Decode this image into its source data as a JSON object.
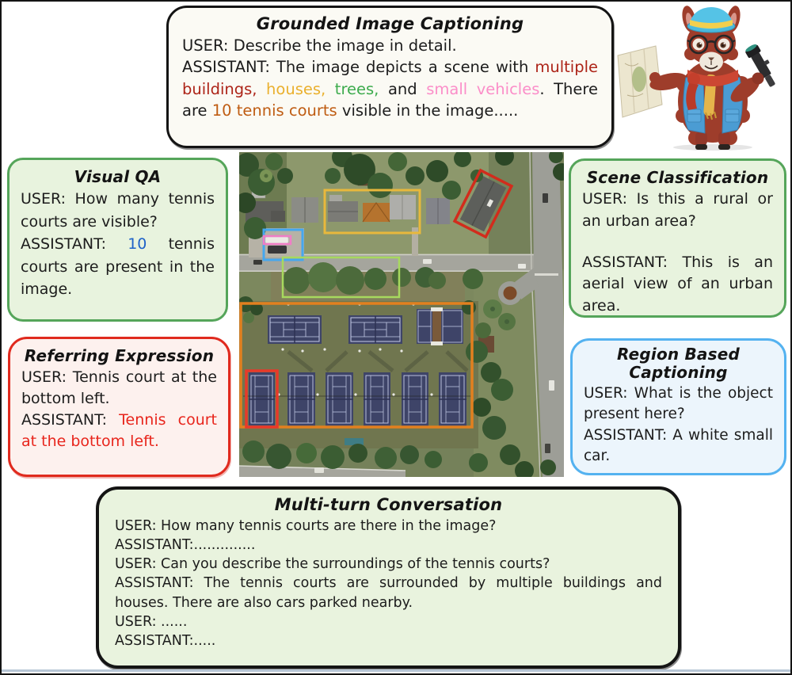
{
  "theme": {
    "box_black_border": "#141414",
    "grounded_bg": "#fbfaf4",
    "multiturn_bg": "#e9f3de",
    "box_green_border": "#55a55a",
    "box_green_bg": "#e8f3de",
    "box_red_border": "#e02a1e",
    "box_red_bg": "#fdf1ee",
    "box_blue_border": "#54b2f0",
    "box_blue_bg": "#ecf5fc",
    "figure_bottom_rule": "#b7c6d6"
  },
  "tasks": {
    "grounded": {
      "title": "Grounded Image Captioning",
      "paragraphs": [
        {
          "segments": [
            {
              "t": "USER: Describe the image in detail."
            }
          ]
        },
        {
          "segments": [
            {
              "t": "ASSISTANT: The image depicts a scene with "
            },
            {
              "t": "multiple buildings,",
              "c": "#ad2418"
            },
            {
              "t": " "
            },
            {
              "t": "houses,",
              "c": "#eab02e"
            },
            {
              "t": " "
            },
            {
              "t": "trees,",
              "c": "#3dab4d"
            },
            {
              "t": " and "
            },
            {
              "t": "small vehicles",
              "c": "#fb8ec9"
            },
            {
              "t": ". There are "
            },
            {
              "t": "10 tennis courts",
              "c": "#bf5c12"
            },
            {
              "t": " visible in the image....."
            }
          ]
        }
      ]
    },
    "visual_qa": {
      "title": "Visual QA",
      "paragraphs": [
        {
          "segments": [
            {
              "t": "USER: How many tennis courts are visible?"
            }
          ]
        },
        {
          "segments": [
            {
              "t": "ASSISTANT: "
            },
            {
              "t": "10",
              "c": "#1e62c8"
            },
            {
              "t": " tennis courts are present in the image."
            }
          ]
        }
      ]
    },
    "scene": {
      "title": "Scene Classification",
      "paragraphs": [
        {
          "segments": [
            {
              "t": "USER: Is this a rural or an urban area?"
            }
          ]
        },
        {
          "gap": true,
          "segments": [
            {
              "t": "ASSISTANT: This is an aerial view of an urban area."
            }
          ]
        }
      ]
    },
    "referring": {
      "title": "Referring Expression",
      "paragraphs": [
        {
          "segments": [
            {
              "t": "USER: Tennis court at the bottom left."
            }
          ]
        },
        {
          "segments": [
            {
              "t": "ASSISTANT: "
            },
            {
              "t": "Tennis court at the bottom left.",
              "c": "#e8251c"
            }
          ]
        }
      ]
    },
    "region": {
      "title": "Region Based Captioning",
      "paragraphs": [
        {
          "segments": [
            {
              "t": "USER: What is the object present here?"
            }
          ]
        },
        {
          "segments": [
            {
              "t": "ASSISTANT: A white small car."
            }
          ]
        }
      ]
    },
    "multiturn": {
      "title": "Multi-turn Conversation",
      "paragraphs": [
        {
          "segments": [
            {
              "t": "USER: How many tennis courts are there in the image?"
            }
          ]
        },
        {
          "segments": [
            {
              "t": "ASSISTANT:.............."
            }
          ]
        },
        {
          "segments": [
            {
              "t": "USER: Can you describe the surroundings of the tennis courts?"
            }
          ]
        },
        {
          "segments": [
            {
              "t": "ASSISTANT: The tennis courts are surrounded by multiple buildings and houses. There are also cars parked nearby."
            }
          ]
        },
        {
          "segments": [
            {
              "t": "USER: ......"
            }
          ]
        },
        {
          "segments": [
            {
              "t": "ASSISTANT:....."
            }
          ]
        }
      ]
    }
  },
  "aerial": {
    "bounding_boxes": [
      {
        "id": "houses-group",
        "color": "#e8b83c"
      },
      {
        "id": "rotated-building",
        "color": "#d22c1c"
      },
      {
        "id": "car-region",
        "color": "#45a7ef"
      },
      {
        "id": "white-car",
        "color": "#f07dc7"
      },
      {
        "id": "tree-row",
        "color": "#a7d95e"
      },
      {
        "id": "tennis-complex",
        "color": "#e2801f"
      },
      {
        "id": "bottom-left-tennis-court",
        "color": "#e8392a"
      }
    ]
  }
}
